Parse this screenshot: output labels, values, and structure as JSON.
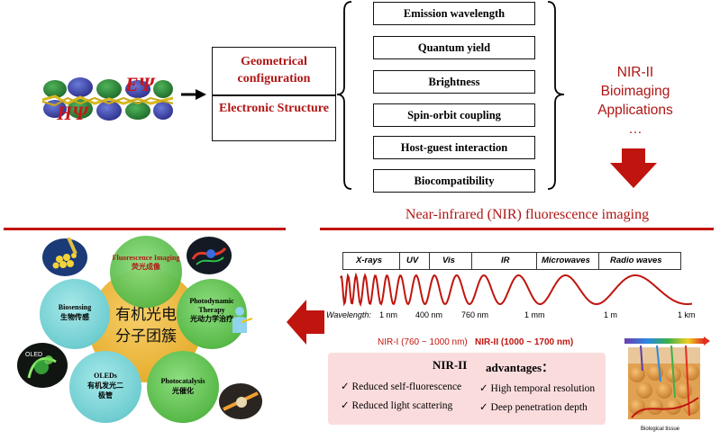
{
  "top": {
    "molecule_labels": {
      "e_psi": "EΨ",
      "h_psi": "HΨ"
    },
    "config_box": {
      "geometry": "Geometrical configuration",
      "electronic": "Electronic Structure"
    },
    "properties": [
      "Emission wavelength",
      "Quantum yield",
      "Brightness",
      "Spin-orbit coupling",
      "Host-guest interaction",
      "Biocompatibility"
    ],
    "applications": [
      "NIR-II",
      "Bioimaging",
      "Applications",
      "…"
    ]
  },
  "nir": {
    "title": "Near-infrared (NIR) fluorescence imaging",
    "bands": [
      "X-rays",
      "UV",
      "Vis",
      "IR",
      "Microwaves",
      "Radio waves"
    ],
    "wavelength_label": "Wavelength:",
    "ticks": [
      "1 nm",
      "400 nm",
      "760 nm",
      "1 mm",
      "1 m",
      "1 km"
    ],
    "windows": {
      "nir1": "NIR-I (760 ~ 1000 nm)",
      "nir2": "NIR-II (1000 ~ 1700 nm)"
    },
    "advantages": {
      "head_left": "NIR-II",
      "head_right": "advantages：",
      "left": [
        "Reduced self-fluorescence",
        "Reduced light scattering"
      ],
      "right": [
        "High temporal resolution",
        "Deep penetration depth"
      ]
    },
    "tissue_label": "Biological tissue"
  },
  "cluster": {
    "center": "有机光电分子团簇",
    "satellites": {
      "fluorescence": {
        "en": "Fluorescence Imaging",
        "zh": "荧光成像"
      },
      "photodynamic": {
        "en": "Photodynamic Therapy",
        "zh": "光动力学治疗"
      },
      "photocatalysis": {
        "en": "Photocatalysis",
        "zh": "光催化"
      },
      "oleds": {
        "en": "OLEDs",
        "zh": "有机发光二极管"
      },
      "biosensing": {
        "en": "Biosensing",
        "zh": "生物传感"
      }
    },
    "oled_image_label": "OLED"
  },
  "colors": {
    "accent_red": "#c0140e",
    "text_red": "#b01515",
    "panel_pink": "#fbdcdc"
  }
}
